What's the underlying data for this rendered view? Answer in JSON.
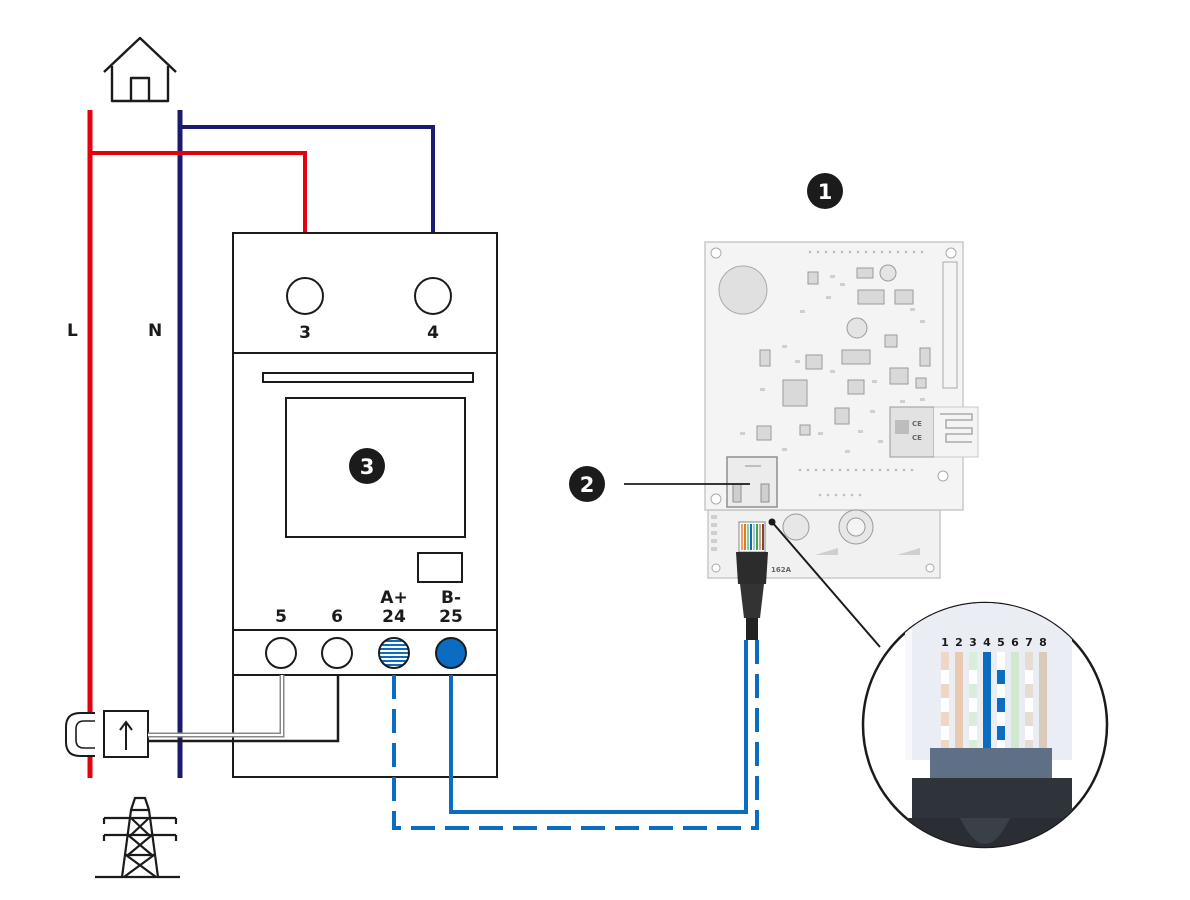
{
  "lines": {
    "live": "L",
    "neutral": "N"
  },
  "meter": {
    "terminals_top": [
      "3",
      "4"
    ],
    "terminals_bottom": [
      {
        "top": "5",
        "bottom": ""
      },
      {
        "top": "6",
        "bottom": ""
      },
      {
        "top": "A+",
        "bottom": "24"
      },
      {
        "top": "B-",
        "bottom": "25"
      }
    ]
  },
  "callouts": [
    "1",
    "2",
    "3"
  ],
  "rj45_pins": [
    "1",
    "2",
    "3",
    "4",
    "5",
    "6",
    "7",
    "8"
  ],
  "pcb_markings": {
    "ce": "CE",
    "ic": "CE",
    "model": "162A"
  },
  "icons": [
    "house-icon",
    "power-pylon-icon",
    "current-clamp-icon"
  ],
  "colors": {
    "live": "#e3000f",
    "neutral": "#1a1a6e",
    "bus": "#0b6cc2",
    "black": "#1b1b1b"
  }
}
